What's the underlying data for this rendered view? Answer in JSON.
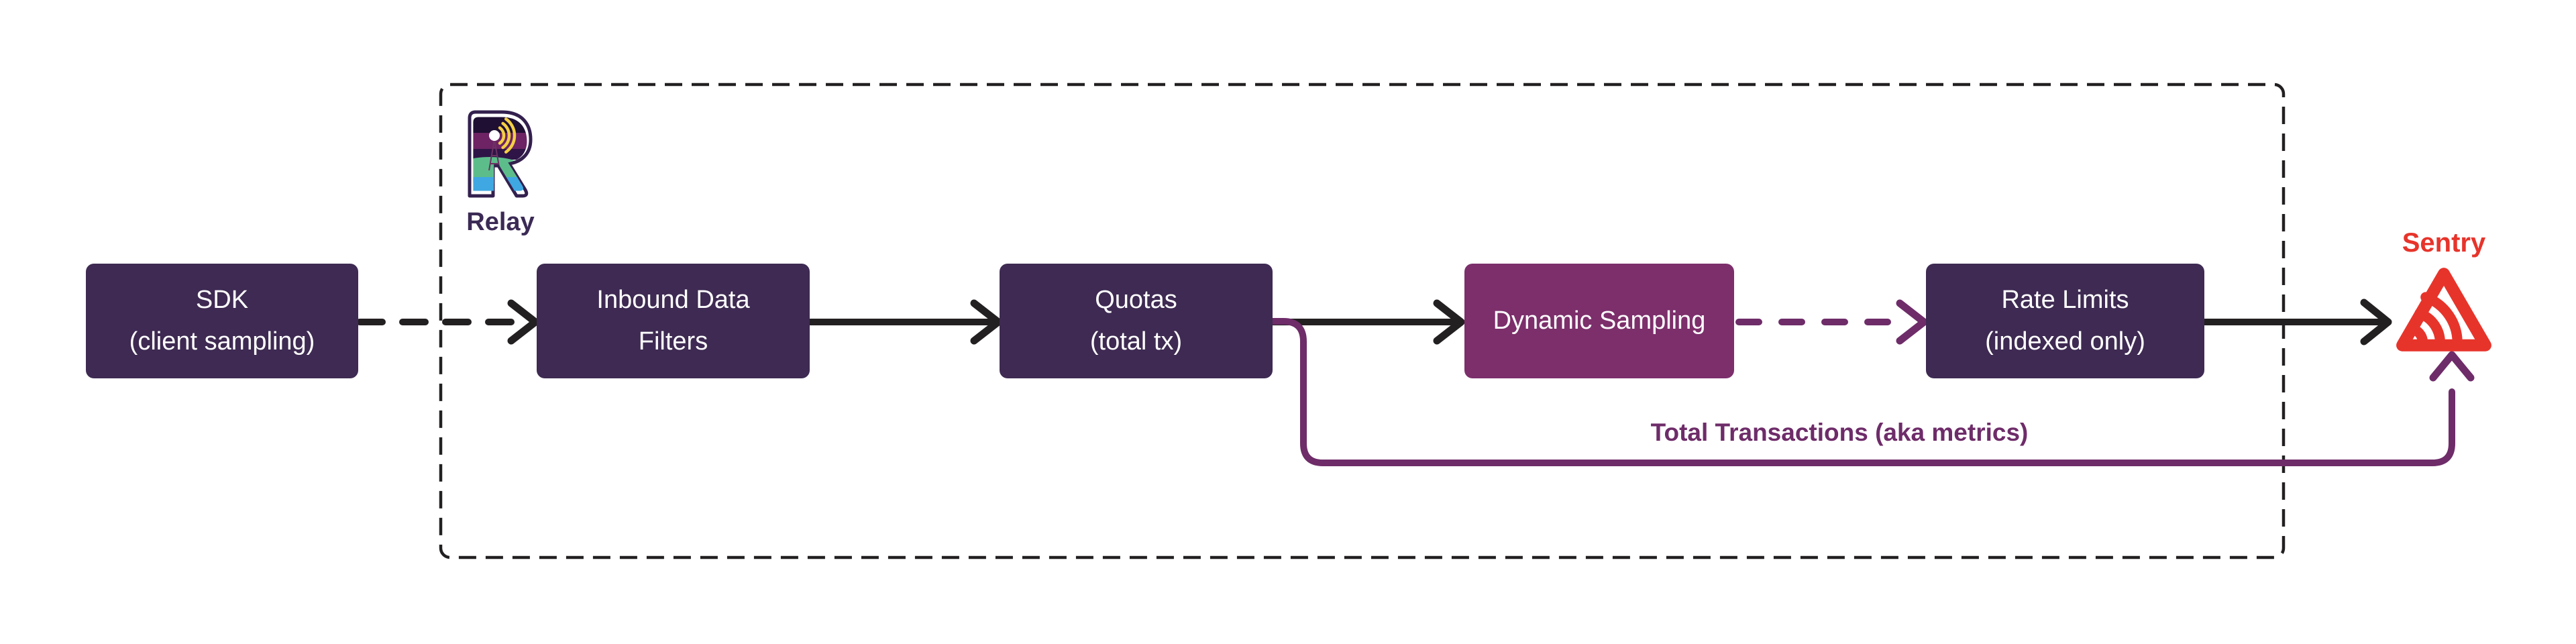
{
  "diagram": {
    "relay": {
      "label": "Relay"
    },
    "sentry": {
      "label": "Sentry"
    },
    "nodes": [
      {
        "id": "sdk",
        "line1": "SDK",
        "line2": "(client sampling)",
        "variant": "dark"
      },
      {
        "id": "inbound-data-filters",
        "line1": "Inbound Data",
        "line2": "Filters",
        "variant": "dark"
      },
      {
        "id": "quotas",
        "line1": "Quotas",
        "line2": "(total tx)",
        "variant": "dark"
      },
      {
        "id": "dynamic-sampling",
        "line1": "Dynamic Sampling",
        "line2": "",
        "variant": "magenta"
      },
      {
        "id": "rate-limits",
        "line1": "Rate Limits",
        "line2": "(indexed only)",
        "variant": "dark"
      }
    ],
    "edge_label": "Total Transactions (aka metrics)"
  },
  "theme": {
    "background": "#FFFFFF",
    "node_dark": "#3E2A52",
    "node_magenta": "#7C2F6B",
    "line_black": "#232021",
    "accent_purple": "#6E2C69",
    "sentry_red": "#E7342B",
    "relay_text": "#3B2A55"
  }
}
